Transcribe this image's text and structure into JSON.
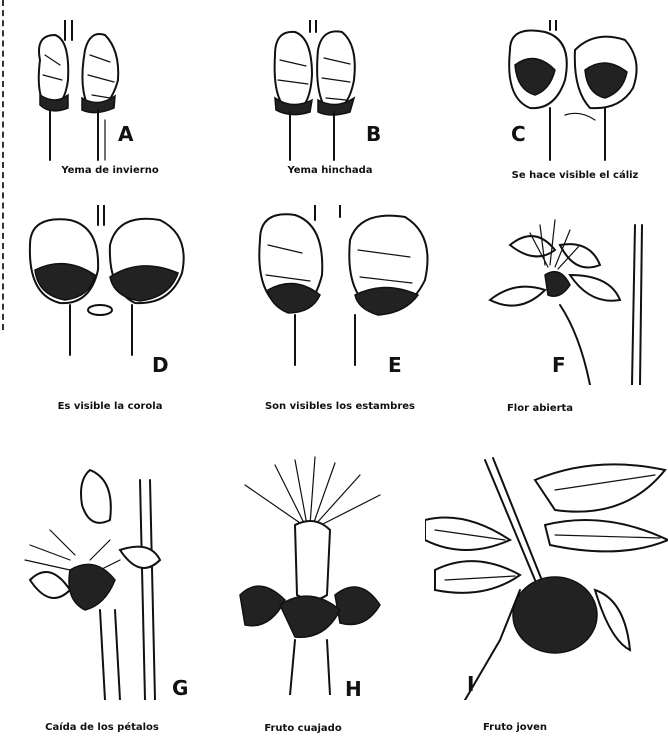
{
  "stages": [
    {
      "letter": "A",
      "caption": "Yema de invierno"
    },
    {
      "letter": "B",
      "caption": "Yema hinchada"
    },
    {
      "letter": "C",
      "caption": "Se hace visible el cáliz"
    },
    {
      "letter": "D",
      "caption": "Es visible la corola"
    },
    {
      "letter": "E",
      "caption": "Son visibles los estambres"
    },
    {
      "letter": "F",
      "caption": "Flor abierta"
    },
    {
      "letter": "G",
      "caption": "Caída de los pétalos"
    },
    {
      "letter": "H",
      "caption": "Fruto cuajado"
    },
    {
      "letter": "I",
      "caption": "Fruto joven"
    }
  ],
  "colors": {
    "ink": "#111111",
    "paper": "#ffffff"
  },
  "icons": [
    "winter-bud-illustration",
    "swollen-bud-illustration",
    "calyx-illustration",
    "corolla-illustration",
    "stamens-illustration",
    "open-flower-illustration",
    "petal-fall-illustration",
    "fruit-set-illustration",
    "young-fruit-illustration"
  ]
}
